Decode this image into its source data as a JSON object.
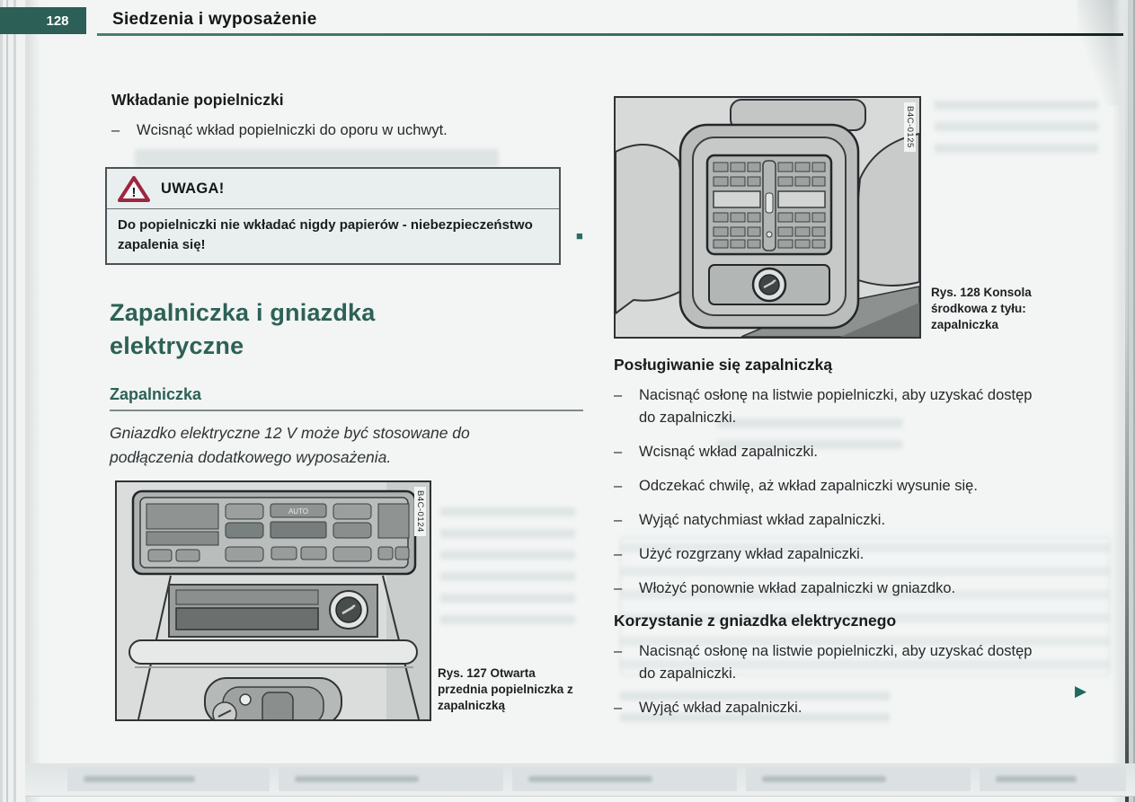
{
  "header": {
    "page_number": "128",
    "title": "Siedzenia i wyposażenie"
  },
  "left": {
    "inserting": {
      "heading": "Wkładanie popielniczki",
      "bullet": "Wcisnąć wkład popielniczki do oporu w uchwyt."
    },
    "warning": {
      "title": "UWAGA!",
      "body": "Do popielniczki nie wkładać nigdy papierów - niebezpieczeństwo zapalenia się!"
    },
    "chapter_title": "Zapalniczka i gniazdka elektryczne",
    "lighter_subheading": "Zapalniczka",
    "intro": "Gniazdko elektryczne 12 V może być stosowane do podłączenia dodatkowego wyposażenia.",
    "figure127": {
      "code": "B4C-0124",
      "caption": "Rys. 127 Otwarta przednia popielniczka z zapalniczką"
    }
  },
  "right": {
    "figure128": {
      "code": "B4C-0125",
      "caption": "Rys. 128 Konsola środkowa z tyłu: zapalniczka"
    },
    "using_lighter": {
      "heading": "Posługiwanie się zapalniczką",
      "bullets": [
        "Nacisnąć osłonę na listwie popielniczki, aby uzyskać dostęp do zapalniczki.",
        "Wcisnąć wkład zapalniczki.",
        "Odczekać chwilę, aż wkład zapalniczki wysunie się.",
        "Wyjąć natychmiast wkład zapalniczki.",
        "Użyć rozgrzany wkład zapalniczki.",
        "Włożyć ponownie wkład zapalniczki w gniazdko."
      ]
    },
    "using_socket": {
      "heading": "Korzystanie z gniazdka elektrycznego",
      "bullets": [
        "Nacisnąć osłonę na listwie popielniczki, aby uzyskać dostęp do zapalniczki.",
        "Wyjąć wkład zapalniczki."
      ]
    }
  },
  "ui": {
    "bullet_marker": "–",
    "icons": {
      "warning_triangle": "⚠",
      "continue_arrow": "▶",
      "section_end_marker": "■"
    },
    "colors": {
      "teal": "#2d6156",
      "teal_dark": "#2c5f55",
      "warning_red": "#9b2740",
      "text": "#1d2022"
    }
  }
}
